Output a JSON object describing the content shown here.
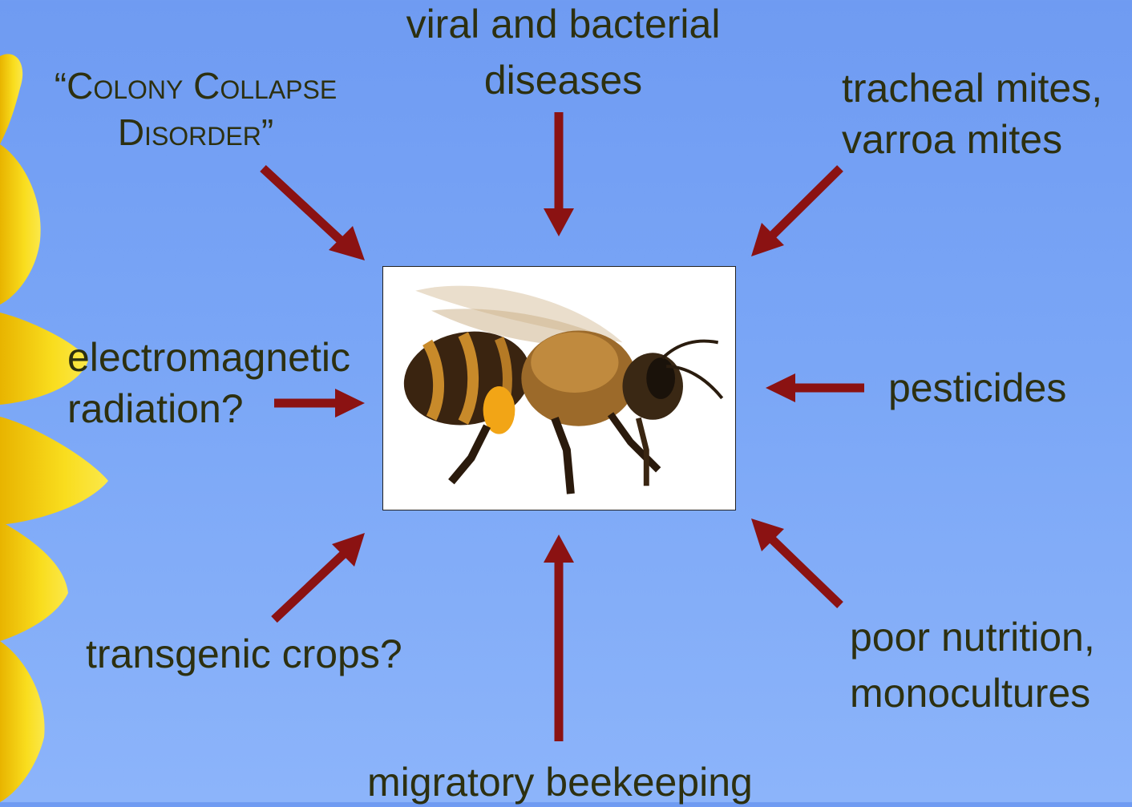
{
  "labels": {
    "ccd": "“Colony Collapse Disorder”",
    "viral_line1": "viral and bacterial",
    "viral_line2": "diseases",
    "mites_line1": "tracheal mites,",
    "mites_line2": "varroa mites",
    "em_line1": "electromagnetic",
    "em_line2": "radiation?",
    "pesticides": "pesticides",
    "transgenic": "transgenic crops?",
    "nutrition_line1": "poor nutrition,",
    "nutrition_line2": "monocultures",
    "migratory": "migratory beekeeping"
  },
  "colors": {
    "arrow": "#8b1212",
    "text": "#2d3010",
    "sky": "#7aa6f6",
    "petal": "#f7d81a"
  },
  "center_image": "honeybee-photo"
}
